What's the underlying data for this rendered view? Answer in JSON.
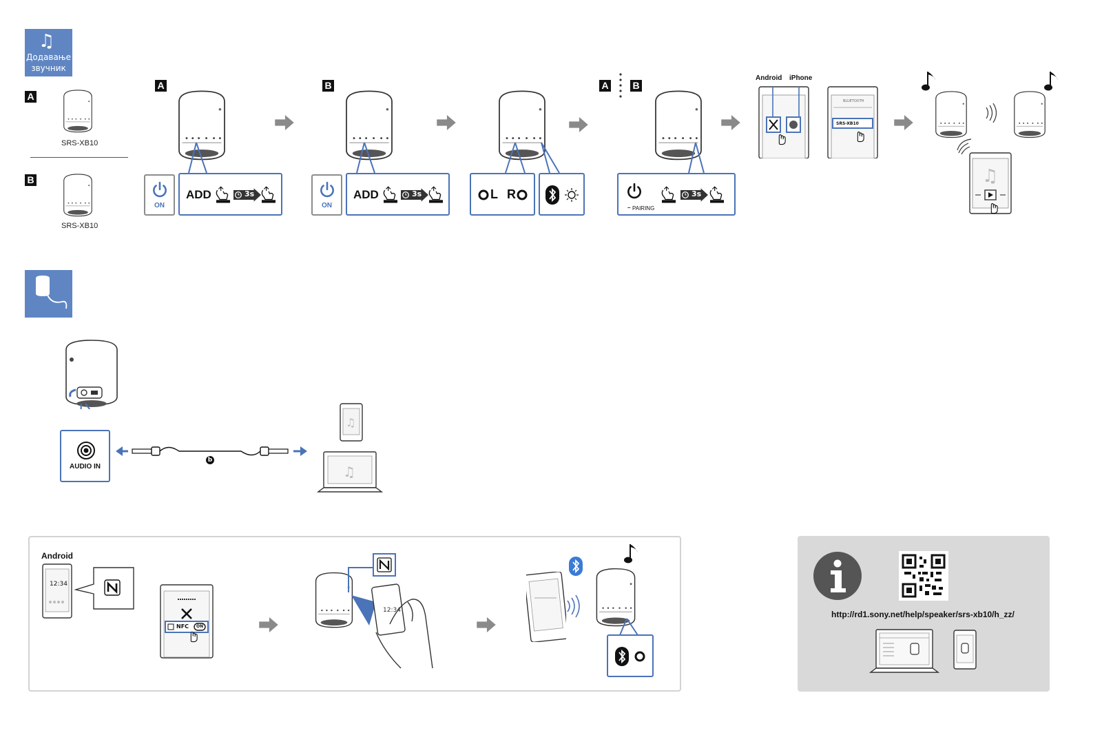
{
  "section_add_speaker": {
    "tile_icon": "music-note-icon",
    "tile_label_line1": "Додавање",
    "tile_label_line2": "звучник"
  },
  "labels": {
    "a": "A",
    "b": "B"
  },
  "models": {
    "a": "SRS-XB10",
    "b": "SRS-XB10"
  },
  "steps": {
    "on_label": "ON",
    "add_label": "ADD",
    "hold_label": "3s",
    "left_label": "L",
    "right_label": "R",
    "pairing_label": "PAIRING"
  },
  "phone_os": {
    "android": "Android",
    "iphone": "iPhone"
  },
  "phone_screen": {
    "bluetooth": "BLUETOOTH",
    "device": "SRS-XB10"
  },
  "audio_in": {
    "tile_icon": "speaker-cable-icon",
    "jack_label": "AUDIO IN",
    "cable_marker": "b"
  },
  "nfc_section": {
    "os_label": "Android",
    "clock": "12:34",
    "setting_label": "NFC",
    "toggle_label": "ON"
  },
  "info": {
    "icon": "info-icon",
    "url": "http://rd1.sony.net/help/speaker/srs-xb10/h_zz/"
  },
  "colors": {
    "accent": "#4a73b8",
    "tile": "#5f86c3",
    "arrow": "#8a8a8a",
    "panel_gray": "#d9d9d9"
  }
}
